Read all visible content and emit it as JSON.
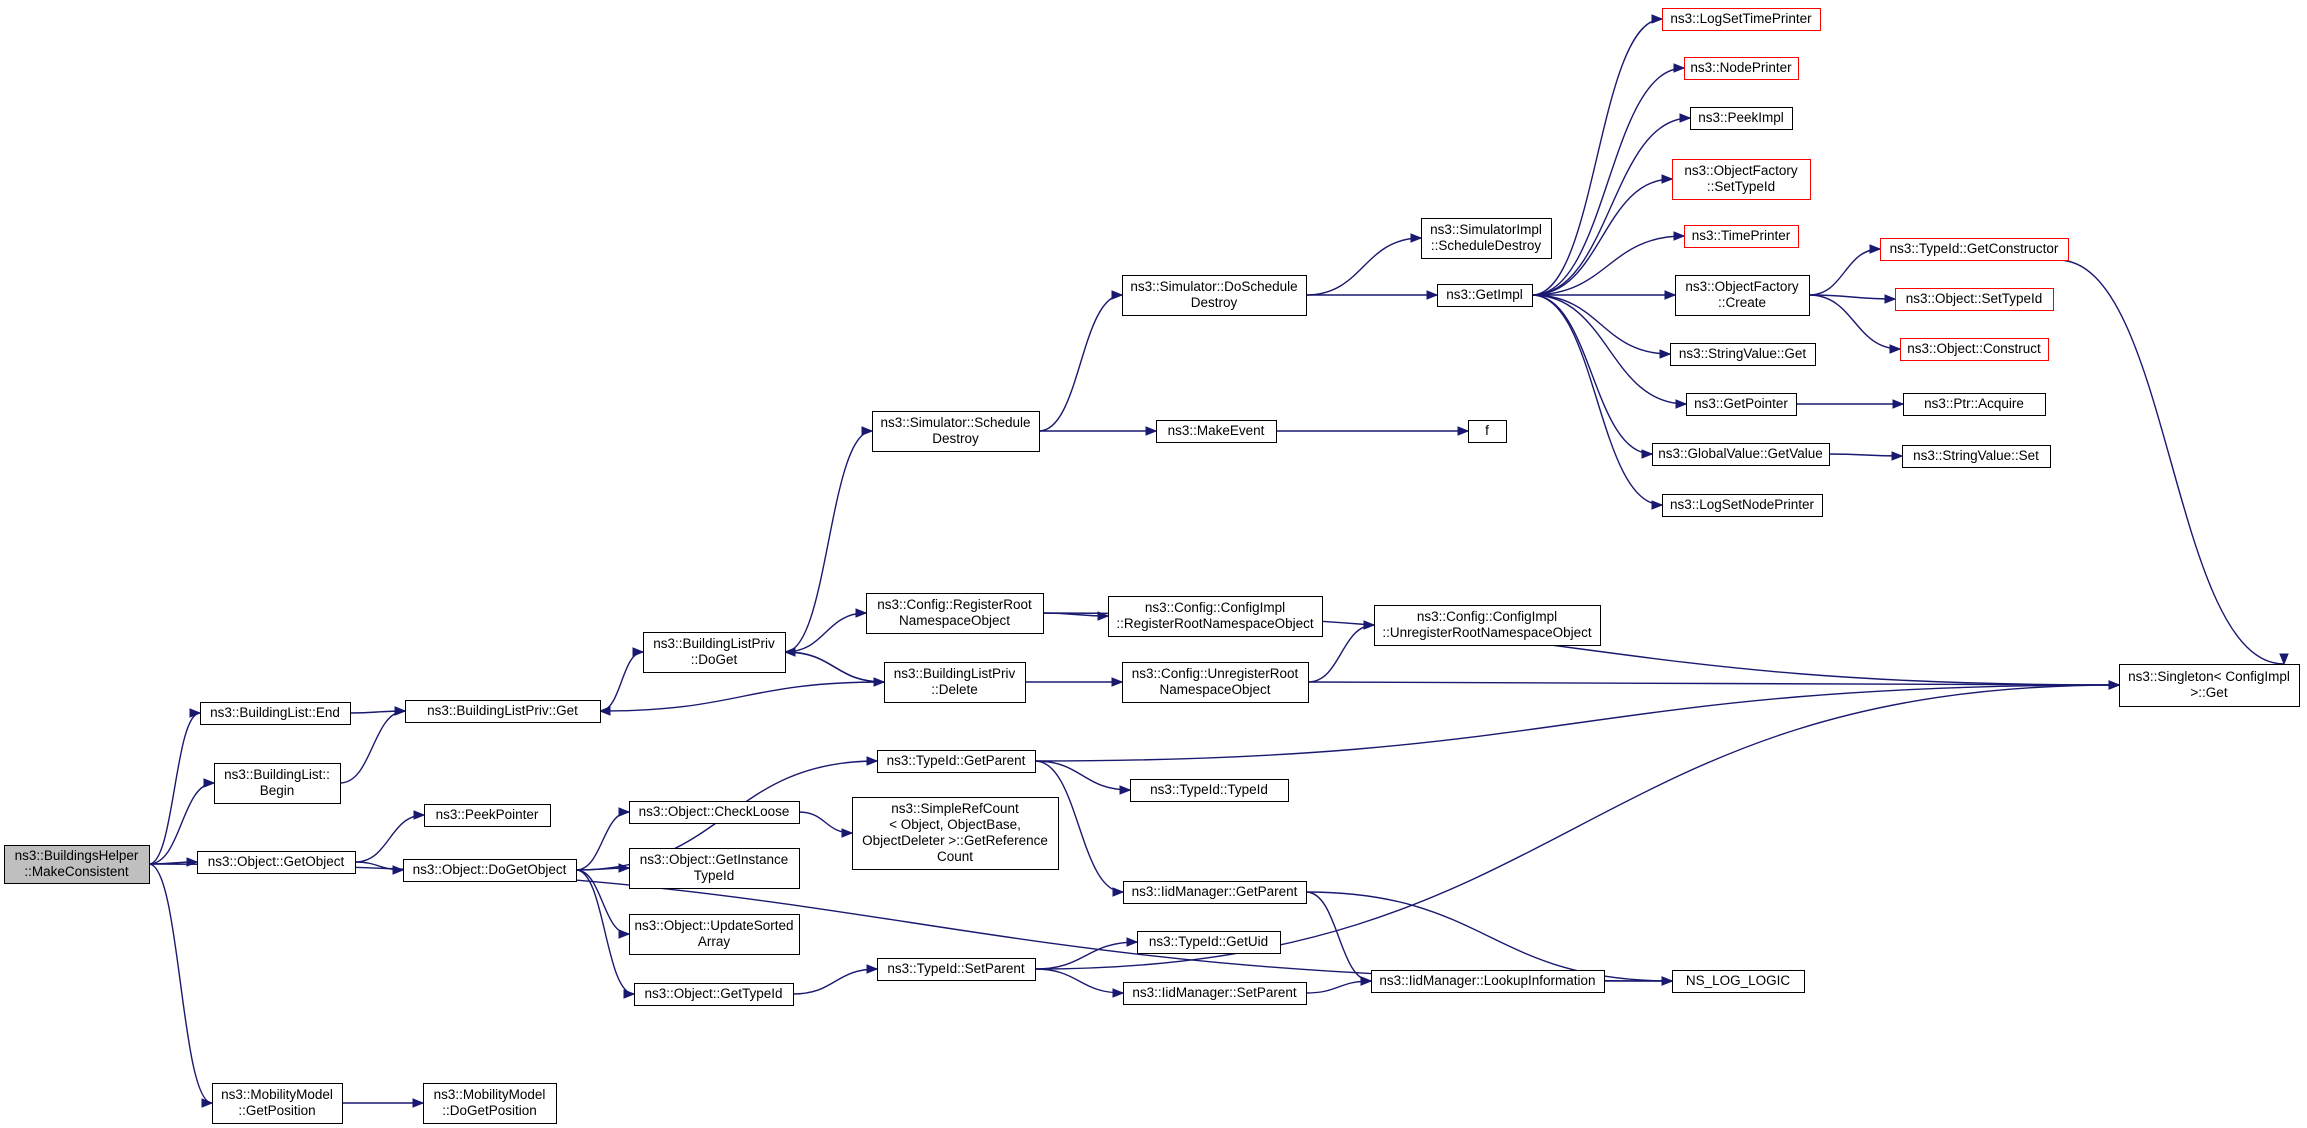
{
  "diagram": {
    "nodes": [
      {
        "id": "root",
        "lines": [
          "ns3::BuildingsHelper",
          "::MakeConsistent"
        ],
        "style": "root"
      },
      {
        "id": "blEnd",
        "lines": [
          "ns3::BuildingList::End"
        ],
        "style": "normal"
      },
      {
        "id": "blBegin",
        "lines": [
          "ns3::BuildingList::",
          "Begin"
        ],
        "style": "normal"
      },
      {
        "id": "objGetObject",
        "lines": [
          "ns3::Object::GetObject"
        ],
        "style": "normal"
      },
      {
        "id": "mmGetPos",
        "lines": [
          "ns3::MobilityModel",
          "::GetPosition"
        ],
        "style": "normal"
      },
      {
        "id": "blpGet",
        "lines": [
          "ns3::BuildingListPriv::Get"
        ],
        "style": "normal"
      },
      {
        "id": "peekPointer",
        "lines": [
          "ns3::PeekPointer"
        ],
        "style": "normal"
      },
      {
        "id": "doGetObject",
        "lines": [
          "ns3::Object::DoGetObject"
        ],
        "style": "normal"
      },
      {
        "id": "mmDoGetPos",
        "lines": [
          "ns3::MobilityModel",
          "::DoGetPosition"
        ],
        "style": "normal"
      },
      {
        "id": "blpDoGet",
        "lines": [
          "ns3::BuildingListPriv",
          "::DoGet"
        ],
        "style": "normal"
      },
      {
        "id": "checkLoose",
        "lines": [
          "ns3::Object::CheckLoose"
        ],
        "style": "normal"
      },
      {
        "id": "getInstTid",
        "lines": [
          "ns3::Object::GetInstance",
          "TypeId"
        ],
        "style": "normal"
      },
      {
        "id": "updSorted",
        "lines": [
          "ns3::Object::UpdateSorted",
          "Array"
        ],
        "style": "normal"
      },
      {
        "id": "objGetTid",
        "lines": [
          "ns3::Object::GetTypeId"
        ],
        "style": "normal"
      },
      {
        "id": "simSchedDestroy",
        "lines": [
          "ns3::Simulator::Schedule",
          "Destroy"
        ],
        "style": "normal"
      },
      {
        "id": "cfgRegRoot",
        "lines": [
          "ns3::Config::RegisterRoot",
          "NamespaceObject"
        ],
        "style": "normal"
      },
      {
        "id": "blpDelete",
        "lines": [
          "ns3::BuildingListPriv",
          "::Delete"
        ],
        "style": "normal"
      },
      {
        "id": "tidGetParent",
        "lines": [
          "ns3::TypeId::GetParent"
        ],
        "style": "normal"
      },
      {
        "id": "simpleRef",
        "lines": [
          "ns3::SimpleRefCount",
          "< Object, ObjectBase,",
          "ObjectDeleter >::GetReference",
          "Count"
        ],
        "style": "normal"
      },
      {
        "id": "tidSetParent",
        "lines": [
          "ns3::TypeId::SetParent"
        ],
        "style": "normal"
      },
      {
        "id": "simDoSched",
        "lines": [
          "ns3::Simulator::DoSchedule",
          "Destroy"
        ],
        "style": "normal"
      },
      {
        "id": "makeEvent",
        "lines": [
          "ns3::MakeEvent"
        ],
        "style": "normal"
      },
      {
        "id": "cfgImplReg",
        "lines": [
          "ns3::Config::ConfigImpl",
          "::RegisterRootNamespaceObject"
        ],
        "style": "normal"
      },
      {
        "id": "cfgUnreg",
        "lines": [
          "ns3::Config::UnregisterRoot",
          "NamespaceObject"
        ],
        "style": "normal"
      },
      {
        "id": "tidTypeId",
        "lines": [
          "ns3::TypeId::TypeId"
        ],
        "style": "normal"
      },
      {
        "id": "iidGetParent",
        "lines": [
          "ns3::IidManager::GetParent"
        ],
        "style": "normal"
      },
      {
        "id": "tidGetUid",
        "lines": [
          "ns3::TypeId::GetUid"
        ],
        "style": "normal"
      },
      {
        "id": "iidSetParent",
        "lines": [
          "ns3::IidManager::SetParent"
        ],
        "style": "normal"
      },
      {
        "id": "simImplSched",
        "lines": [
          "ns3::SimulatorImpl",
          "::ScheduleDestroy"
        ],
        "style": "normal"
      },
      {
        "id": "getImpl",
        "lines": [
          "ns3::GetImpl"
        ],
        "style": "normal"
      },
      {
        "id": "f",
        "lines": [
          "f"
        ],
        "style": "normal"
      },
      {
        "id": "cfgImplUnreg",
        "lines": [
          "ns3::Config::ConfigImpl",
          "::UnregisterRootNamespaceObject"
        ],
        "style": "normal"
      },
      {
        "id": "iidLookup",
        "lines": [
          "ns3::IidManager::LookupInformation"
        ],
        "style": "normal"
      },
      {
        "id": "logSetTime",
        "lines": [
          "ns3::LogSetTimePrinter"
        ],
        "style": "truncated"
      },
      {
        "id": "nodePrinter",
        "lines": [
          "ns3::NodePrinter"
        ],
        "style": "truncated"
      },
      {
        "id": "peekImpl",
        "lines": [
          "ns3::PeekImpl"
        ],
        "style": "normal"
      },
      {
        "id": "ofSetTid",
        "lines": [
          "ns3::ObjectFactory",
          "::SetTypeId"
        ],
        "style": "truncated"
      },
      {
        "id": "timePrinter",
        "lines": [
          "ns3::TimePrinter"
        ],
        "style": "truncated"
      },
      {
        "id": "ofCreate",
        "lines": [
          "ns3::ObjectFactory",
          "::Create"
        ],
        "style": "normal"
      },
      {
        "id": "svGet",
        "lines": [
          "ns3::StringValue::Get"
        ],
        "style": "normal"
      },
      {
        "id": "getPointer",
        "lines": [
          "ns3::GetPointer"
        ],
        "style": "normal"
      },
      {
        "id": "gvGetValue",
        "lines": [
          "ns3::GlobalValue::GetValue"
        ],
        "style": "normal"
      },
      {
        "id": "logSetNode",
        "lines": [
          "ns3::LogSetNodePrinter"
        ],
        "style": "normal"
      },
      {
        "id": "nsLogLogic",
        "lines": [
          "NS_LOG_LOGIC"
        ],
        "style": "normal"
      },
      {
        "id": "tidGetCtor",
        "lines": [
          "ns3::TypeId::GetConstructor"
        ],
        "style": "truncated"
      },
      {
        "id": "objSetTid",
        "lines": [
          "ns3::Object::SetTypeId"
        ],
        "style": "truncated"
      },
      {
        "id": "objConstruct",
        "lines": [
          "ns3::Object::Construct"
        ],
        "style": "truncated"
      },
      {
        "id": "ptrAcquire",
        "lines": [
          "ns3::Ptr::Acquire"
        ],
        "style": "normal"
      },
      {
        "id": "svSet",
        "lines": [
          "ns3::StringValue::Set"
        ],
        "style": "normal"
      },
      {
        "id": "singletonGet",
        "lines": [
          "ns3::Singleton< ConfigImpl",
          " >::Get"
        ],
        "style": "normal"
      }
    ],
    "edges": [
      [
        "root",
        "blEnd"
      ],
      [
        "root",
        "blBegin"
      ],
      [
        "root",
        "objGetObject"
      ],
      [
        "root",
        "mmGetPos"
      ],
      [
        "root",
        "nsLogLogic"
      ],
      [
        "blEnd",
        "blpGet"
      ],
      [
        "blBegin",
        "blpGet"
      ],
      [
        "objGetObject",
        "peekPointer"
      ],
      [
        "objGetObject",
        "doGetObject"
      ],
      [
        "mmGetPos",
        "mmDoGetPos"
      ],
      [
        "blpGet",
        "blpDoGet"
      ],
      [
        "doGetObject",
        "checkLoose"
      ],
      [
        "doGetObject",
        "getInstTid"
      ],
      [
        "doGetObject",
        "updSorted"
      ],
      [
        "doGetObject",
        "objGetTid"
      ],
      [
        "doGetObject",
        "tidGetParent"
      ],
      [
        "blpDoGet",
        "simSchedDestroy"
      ],
      [
        "blpDoGet",
        "cfgRegRoot"
      ],
      [
        "blpDoGet",
        "blpDelete"
      ],
      [
        "blpDelete",
        "blpDoGet"
      ],
      [
        "blpDelete",
        "blpGet"
      ],
      [
        "blpDelete",
        "cfgUnreg"
      ],
      [
        "checkLoose",
        "simpleRef"
      ],
      [
        "objGetTid",
        "tidSetParent"
      ],
      [
        "simSchedDestroy",
        "simDoSched"
      ],
      [
        "simSchedDestroy",
        "makeEvent"
      ],
      [
        "cfgRegRoot",
        "cfgImplReg"
      ],
      [
        "cfgRegRoot",
        "singletonGet"
      ],
      [
        "tidGetParent",
        "tidTypeId"
      ],
      [
        "tidGetParent",
        "iidGetParent"
      ],
      [
        "tidGetParent",
        "singletonGet"
      ],
      [
        "tidSetParent",
        "tidGetUid"
      ],
      [
        "tidSetParent",
        "iidSetParent"
      ],
      [
        "tidSetParent",
        "singletonGet"
      ],
      [
        "simDoSched",
        "simImplSched"
      ],
      [
        "simDoSched",
        "getImpl"
      ],
      [
        "makeEvent",
        "f"
      ],
      [
        "cfgUnreg",
        "cfgImplUnreg"
      ],
      [
        "cfgUnreg",
        "singletonGet"
      ],
      [
        "iidGetParent",
        "iidLookup"
      ],
      [
        "iidGetParent",
        "nsLogLogic"
      ],
      [
        "iidSetParent",
        "iidLookup"
      ],
      [
        "iidLookup",
        "nsLogLogic"
      ],
      [
        "getImpl",
        "logSetTime"
      ],
      [
        "getImpl",
        "nodePrinter"
      ],
      [
        "getImpl",
        "peekImpl"
      ],
      [
        "getImpl",
        "ofSetTid"
      ],
      [
        "getImpl",
        "timePrinter"
      ],
      [
        "getImpl",
        "ofCreate"
      ],
      [
        "getImpl",
        "svGet"
      ],
      [
        "getImpl",
        "getPointer"
      ],
      [
        "getImpl",
        "gvGetValue"
      ],
      [
        "getImpl",
        "logSetNode"
      ],
      [
        "ofCreate",
        "tidGetCtor"
      ],
      [
        "ofCreate",
        "objSetTid"
      ],
      [
        "ofCreate",
        "objConstruct"
      ],
      [
        "getPointer",
        "ptrAcquire"
      ],
      [
        "gvGetValue",
        "svSet"
      ],
      [
        "tidGetCtor",
        "singletonGet"
      ]
    ],
    "colors": {
      "edge": "#191970",
      "node_border": "#000000",
      "truncated_border": "#ff0000",
      "root_fill": "#bfbfbf",
      "background": "#ffffff"
    }
  }
}
